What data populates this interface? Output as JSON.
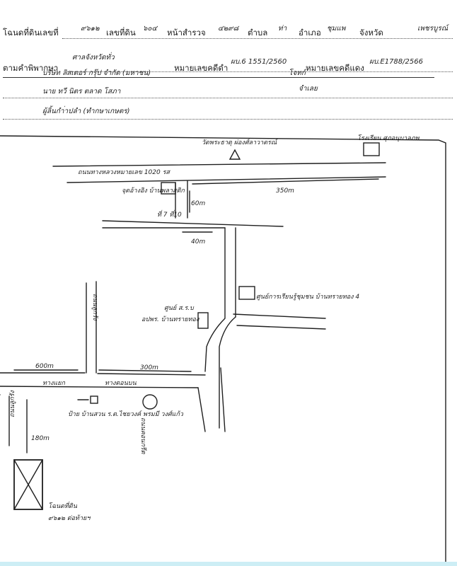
{
  "header": {
    "title_deed_label": "โฉนดที่ดินเลขที่",
    "title_deed_no": "๙๖๑๒",
    "land_no_label": "เลขที่ดิน",
    "land_no": "๖๐๔",
    "survey_page_label": "หน้าสำรวจ",
    "survey_page": "๔๒๙๘",
    "subdistrict_label": "ตำบล",
    "subdistrict": "ท่า",
    "district_label": "อำเภอ",
    "district": "ชุมแพ",
    "province_label": "จังหวัด",
    "province": "เพชรบูรณ์"
  },
  "judgment": {
    "label": "ตามคำพิพากษา",
    "court": "ศาลจังหวัดทั่ว",
    "black_case_label": "หมายเลขคดีดำ",
    "black_case": "ผบ.6 1551/2560",
    "red_case_label": "หมายเลขคดีแดง",
    "red_case": "ผบ.E1788/2566"
  },
  "parties": {
    "plaintiff": "บริษัท ลิสเตอร์ กรุ๊ป จำกัด (มหาชน)",
    "plaintiff_role": "โจทก์",
    "defendant": "นาย ทวี นิตร ตลาด โสภา",
    "defendant_role": "จำเลย",
    "mortgagor": "ผู้ลิ้นกำ่าปลำ (ทำกษาเกษตร)"
  },
  "map": {
    "temple": "วัดพระธาตุ ผ่องศ์ลาวาดรณ์",
    "school": "โรงเรียน ศุภอนุบาลภพ",
    "highway": "ถนนทางหลวงหมายเลข 1020 รส",
    "shop": "จุดอ้างอิง บ้านพลาสติก",
    "dist_350": "350m",
    "dist_60": "60m",
    "km_marker": "ที่ 7 ที่10",
    "dist_40": "40m",
    "learning_center": "ศูนย์การเรียนรู้ชุมชน บ้านทรายทอง 4",
    "health_center": "ศูนย์ ส.ร.บ",
    "village_label": "อปพร. บ้านทรายทอง",
    "road_vertical_left": "ถนนลูกรัง",
    "dist_600": "600m",
    "dist_300": "300m",
    "soi_left": "ทางแยก",
    "soi_mid": "ทางตอนบน",
    "sign": "ป้าย บ้านสวน ร.ต.ไชยวงค์ พรมมี วงศ์แก้ว",
    "road_far_left": "ถนนลูกรัง",
    "dist_180": "180m",
    "road_bottom": "ถนนคอนกรีต",
    "plot_caption_1": "โฉนดที่ดิน",
    "plot_caption_2": "๙๖๑๒ ต่อท้ายฯ"
  },
  "colors": {
    "ink": "#1f1f1f",
    "bottom_tint": "#cdeef5"
  }
}
